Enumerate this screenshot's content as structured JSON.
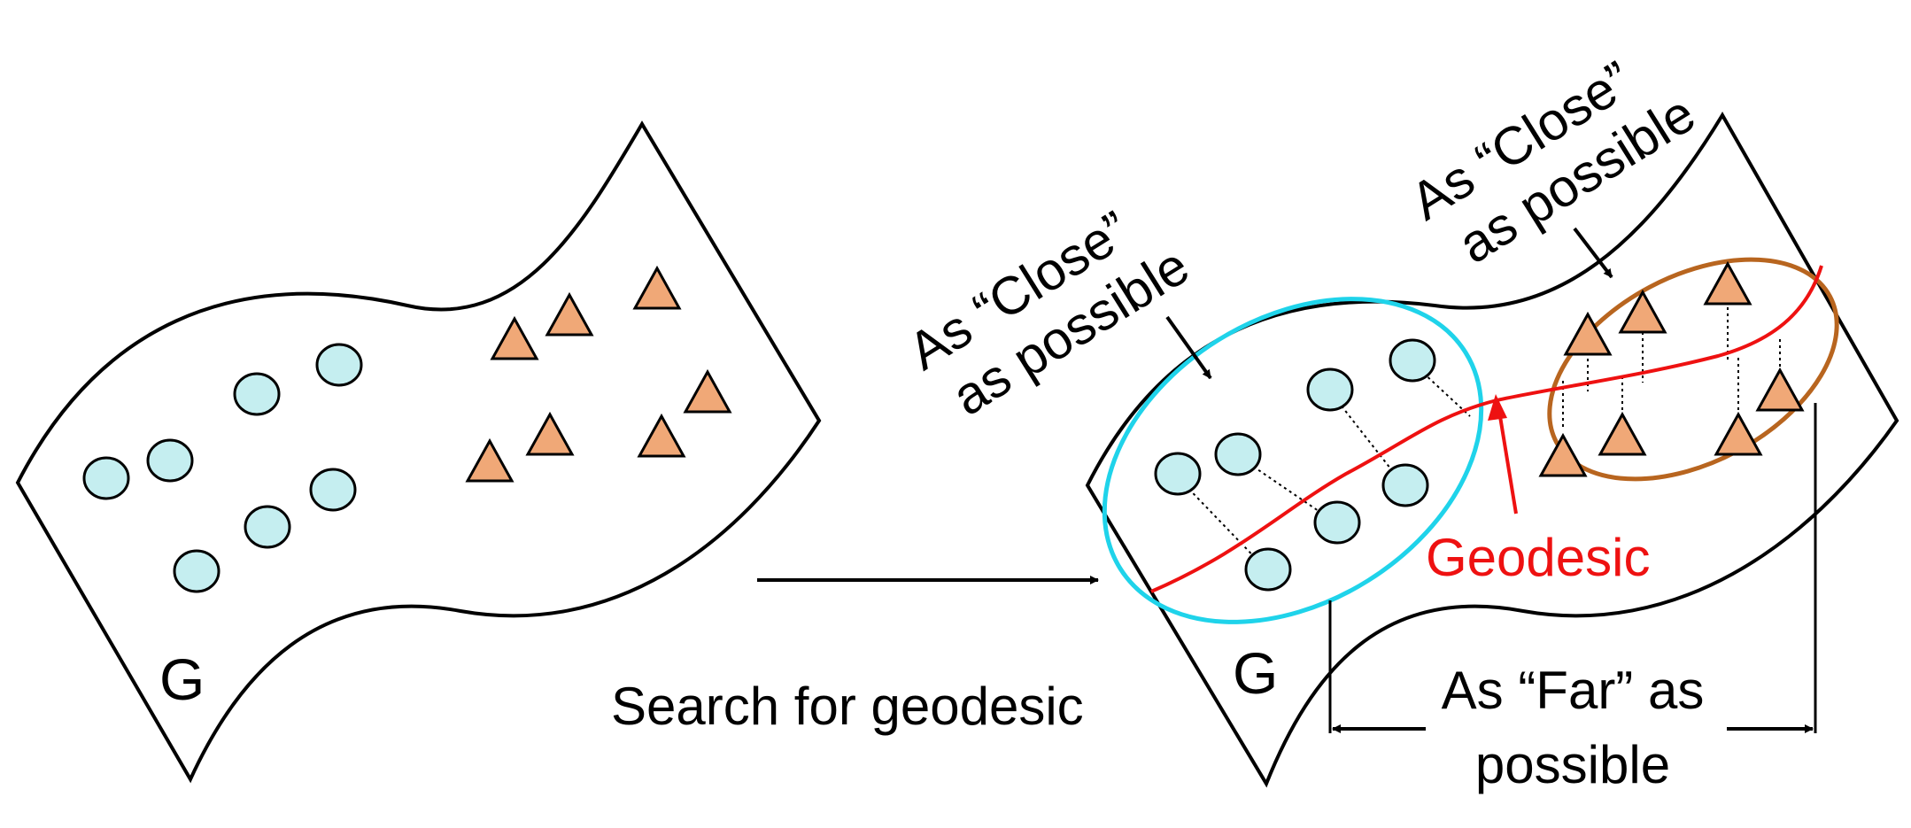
{
  "labels": {
    "manifold_left": "G",
    "manifold_right": "G",
    "search_caption": "Search for geodesic",
    "close_left_line1": "As “Close”",
    "close_left_line2": "as possible",
    "close_right_line1": "As “Close”",
    "close_right_line2": "as possible",
    "geodesic": "Geodesic",
    "far_line1": "As “Far” as",
    "far_line2": "possible"
  },
  "colors": {
    "circle_fill": "#c5eef0",
    "triangle_fill": "#f0a877",
    "outline": "#000000",
    "cyan_cluster": "#1fd3ea",
    "brown_cluster": "#b8651f",
    "geodesic": "#ee1111"
  }
}
